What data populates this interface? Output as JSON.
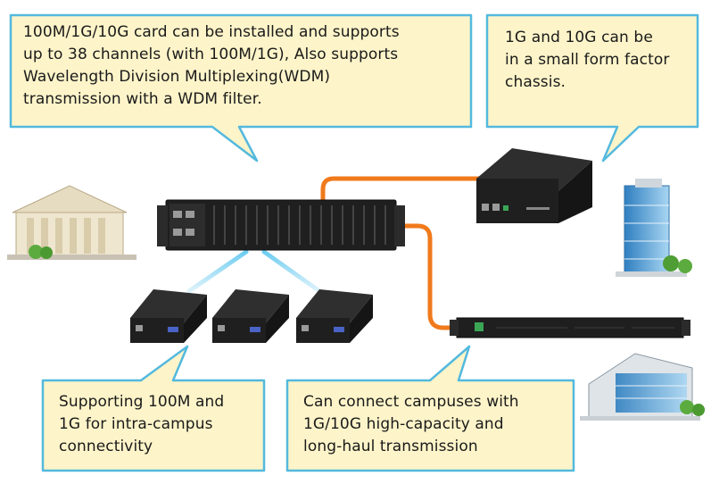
{
  "callouts": {
    "top_left": {
      "lines": [
        "100M/1G/10G card can be installed and supports",
        "up to 38 channels (with 100M/1G), Also supports",
        "Wavelength Division Multiplexing(WDM)",
        "transmission with a WDM filter."
      ]
    },
    "top_right": {
      "lines": [
        "1G and 10G can be",
        "in a small form factor",
        "chassis."
      ]
    },
    "bottom_left": {
      "lines": [
        "Supporting 100M and",
        "1G for intra-campus",
        "connectivity"
      ]
    },
    "bottom_right": {
      "lines": [
        "Can connect campuses with",
        "1G/10G high-capacity and",
        "long-haul transmission"
      ]
    }
  },
  "colors": {
    "callout_fill": "#fdf4c9",
    "callout_border": "#53b9de",
    "fiber_orange": "#f07a1c",
    "link_blue": "#9fdcf3",
    "device_dark": "#1f1f1f"
  }
}
